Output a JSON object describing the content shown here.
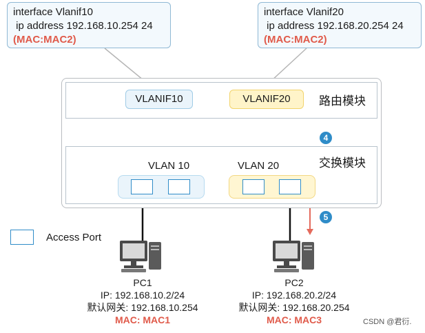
{
  "callout_left": {
    "line1": "interface Vlanif10",
    "line2": " ip address 192.168.10.254 24",
    "mac": "(MAC:MAC2)"
  },
  "callout_right": {
    "line1": "interface Vlanif20",
    "line2": " ip address 192.168.20.254 24",
    "mac": "(MAC:MAC2)"
  },
  "routing_module": {
    "label": "路由模块",
    "vlanif_left": "VLANIF10",
    "vlanif_right": "VLANIF20"
  },
  "switching_module": {
    "label": "交换模块",
    "vlan_left": "VLAN 10",
    "vlan_right": "VLAN 20"
  },
  "steps": {
    "step4": "4",
    "step5": "5"
  },
  "legend": {
    "label": "Access Port"
  },
  "pc1": {
    "name": "PC1",
    "ip": "IP: 192.168.10.2/24",
    "gateway": "默认网关: 192.168.10.254",
    "mac": "MAC: MAC1"
  },
  "pc2": {
    "name": "PC2",
    "ip": "IP: 192.168.20.2/24",
    "gateway": "默认网关: 192.168.20.254",
    "mac": "MAC: MAC3"
  },
  "watermark": "CSDN @君衍.",
  "colors": {
    "accent_blue": "#2f8cc8",
    "mac_red": "#e05a4a",
    "arrow_red": "#e46a5c",
    "vlan10_fill": "#eaf4fb",
    "vlan20_fill": "#fff6d2"
  },
  "icons": [
    "pc-icon",
    "access-port-icon",
    "step-badge-icon",
    "down-arrow-icon"
  ]
}
